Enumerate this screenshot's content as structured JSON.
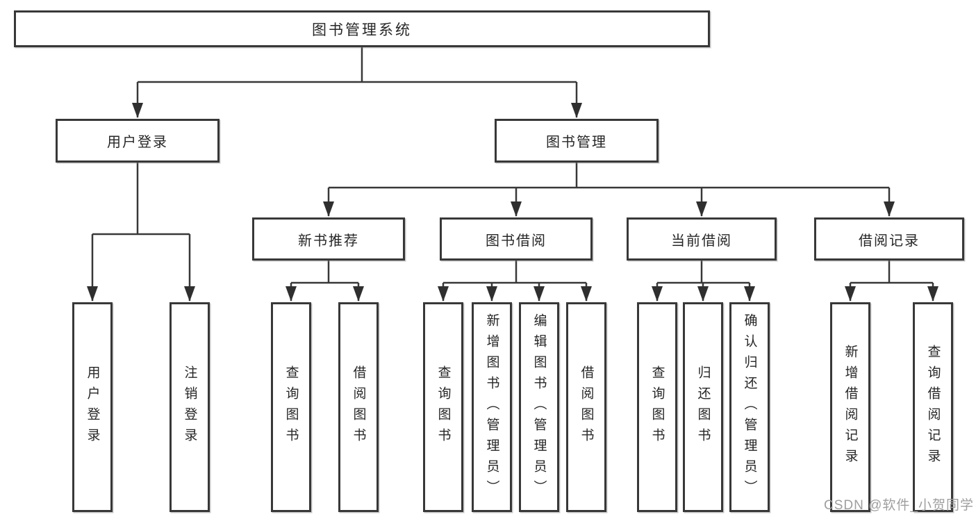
{
  "diagram": {
    "root": {
      "label": "图书管理系统"
    },
    "level1": [
      {
        "label": "用户登录"
      },
      {
        "label": "图书管理"
      }
    ],
    "level2": [
      {
        "label": "新书推荐",
        "parent": "图书管理"
      },
      {
        "label": "图书借阅",
        "parent": "图书管理"
      },
      {
        "label": "当前借阅",
        "parent": "图书管理"
      },
      {
        "label": "借阅记录",
        "parent": "图书管理"
      }
    ],
    "leaves": [
      {
        "label": "用户登录",
        "parent": "用户登录"
      },
      {
        "label": "注销登录",
        "parent": "用户登录"
      },
      {
        "label": "查询图书",
        "parent": "新书推荐"
      },
      {
        "label": "借阅图书",
        "parent": "新书推荐"
      },
      {
        "label": "查询图书",
        "parent": "图书借阅"
      },
      {
        "label": "新增图书（管理员）",
        "parent": "图书借阅"
      },
      {
        "label": "编辑图书（管理员）",
        "parent": "图书借阅"
      },
      {
        "label": "借阅图书",
        "parent": "图书借阅"
      },
      {
        "label": "查询图书",
        "parent": "当前借阅"
      },
      {
        "label": "归还图书",
        "parent": "当前借阅"
      },
      {
        "label": "确认归还（管理员）",
        "parent": "当前借阅"
      },
      {
        "label": "新增借阅记录",
        "parent": "借阅记录"
      },
      {
        "label": "查询借阅记录",
        "parent": "借阅记录"
      }
    ]
  },
  "watermark": {
    "text": "CSDN @软件_小贺同学"
  },
  "colors": {
    "line": "#383838",
    "arrow": "#2f2f2f",
    "text": "#262626",
    "watermark": "#9e9e9e",
    "background": "#ffffff"
  }
}
